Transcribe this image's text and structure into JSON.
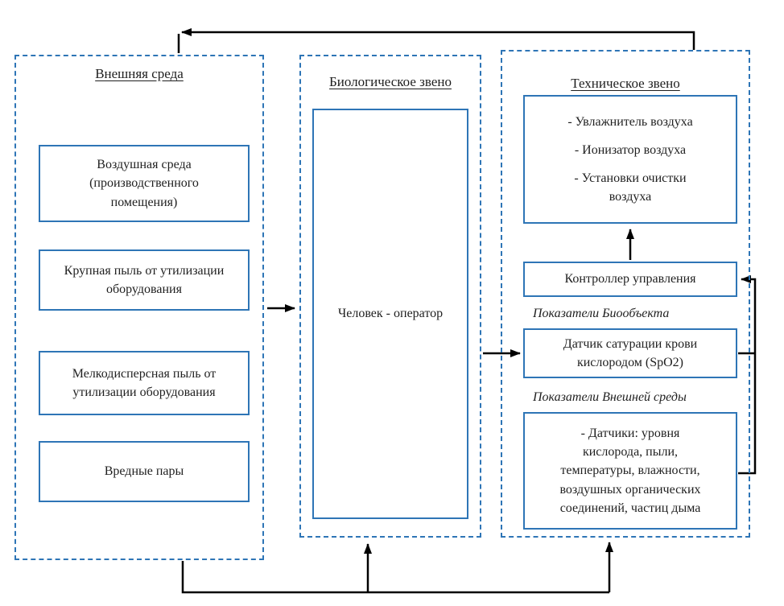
{
  "diagram": {
    "external": {
      "title": "Внешняя среда",
      "boxes": [
        "Воздушная среда\n(производственного\nпомещения)",
        "Крупная пыль от утилизации\nоборудования",
        "Мелкодисперсная пыль от\nутилизации оборудования",
        "Вредные пары"
      ]
    },
    "biological": {
      "title": "Биологическое звено",
      "box": "Человек - оператор"
    },
    "technical": {
      "title": "Техническое звено",
      "equipment_items": [
        "- Увлажнитель воздуха",
        "- Ионизатор воздуха",
        "- Установки очистки\nвоздуха"
      ],
      "controller": "Контроллер управления",
      "bio_indicators_label": "Показатели Биообъекта",
      "spo2_sensor": "Датчик сатурации крови\nкислородом (SpO2)",
      "env_indicators_label": "Показатели Внешней среды",
      "env_sensors": "- Датчики: уровня\nкислорода, пыли,\nтемпературы, влажности,\nвоздушных органических\nсоединений, частиц дыма"
    },
    "colors": {
      "box_border": "#2e75b6",
      "column_border": "#2e75b6",
      "arrow": "#000000",
      "text": "#1f1f1f"
    }
  }
}
